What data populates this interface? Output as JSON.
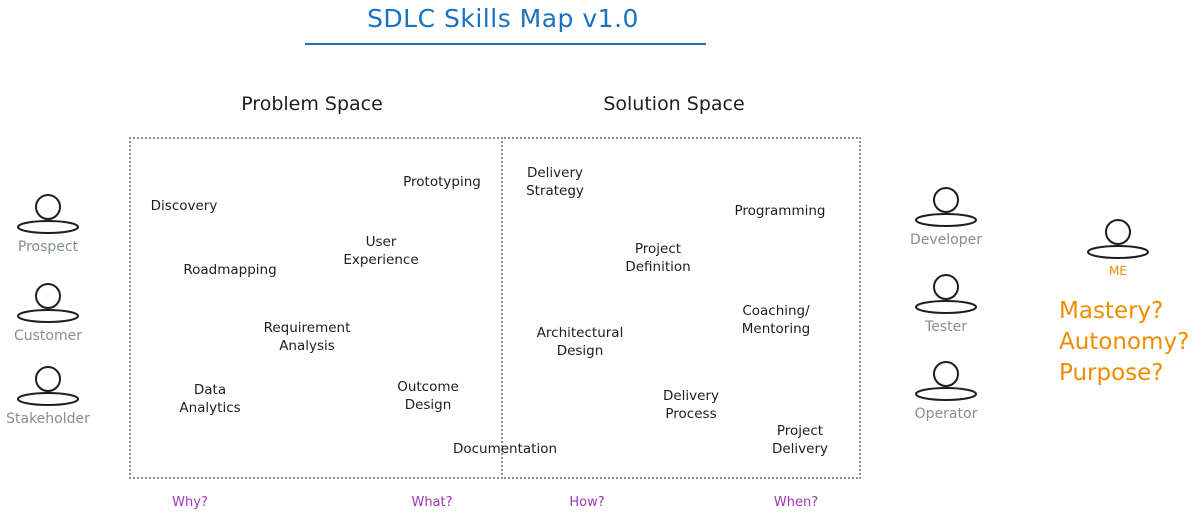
{
  "title": "SDLC Skills Map v1.0",
  "problem_space": {
    "title": "Problem Space",
    "skills": [
      {
        "id": "discovery",
        "label": "Discovery"
      },
      {
        "id": "prototyping",
        "label": "Prototyping"
      },
      {
        "id": "user-experience",
        "label": "User\nExperience"
      },
      {
        "id": "roadmapping",
        "label": "Roadmapping"
      },
      {
        "id": "requirement-analysis",
        "label": "Requirement\nAnalysis"
      },
      {
        "id": "data-analytics",
        "label": "Data\nAnalytics"
      },
      {
        "id": "outcome-design",
        "label": "Outcome\nDesign"
      },
      {
        "id": "documentation",
        "label": "Documentation"
      }
    ]
  },
  "solution_space": {
    "title": "Solution Space",
    "skills": [
      {
        "id": "delivery-strategy",
        "label": "Delivery\nStrategy"
      },
      {
        "id": "programming",
        "label": "Programming"
      },
      {
        "id": "project-definition",
        "label": "Project\nDefinition"
      },
      {
        "id": "coaching-mentoring",
        "label": "Coaching/\nMentoring"
      },
      {
        "id": "architectural-design",
        "label": "Architectural\nDesign"
      },
      {
        "id": "delivery-process",
        "label": "Delivery\nProcess"
      },
      {
        "id": "project-delivery",
        "label": "Project\nDelivery"
      }
    ]
  },
  "questions": [
    "Why?",
    "What?",
    "How?",
    "When?"
  ],
  "personas_left": [
    "Prospect",
    "Customer",
    "Stakeholder"
  ],
  "personas_right": [
    "Developer",
    "Tester",
    "Operator"
  ],
  "me": {
    "label": "ME",
    "motivations": [
      "Mastery?",
      "Autonomy?",
      "Purpose?"
    ]
  },
  "colors": {
    "title": "#1971c2",
    "question": "#9c36b5",
    "persona_label": "#868e96",
    "me_accent": "#f08c00",
    "box_border": "#8d8d8d"
  }
}
